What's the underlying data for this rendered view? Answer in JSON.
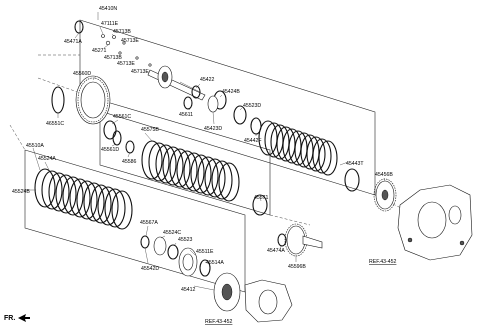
{
  "labels": {
    "p45410N": "45410N",
    "p47111E": "47111E",
    "p45471A": "45471A",
    "p45713B_a": "45713B",
    "p45271": "45271",
    "p45713E_a": "45713E",
    "p45713B_b": "45713B",
    "p45713E_b": "45713E",
    "p45713E_c": "45713E",
    "p45560D": "45560D",
    "p45422": "45422",
    "p45424B": "45424B",
    "p45611": "45611",
    "p45423D": "45423D",
    "p45523D": "45523D",
    "p45442F": "45442F",
    "p46551C": "46551C",
    "p45561C": "45561C",
    "p45575B": "45575B",
    "p45561D": "45561D",
    "p45586": "45586",
    "p45443T": "45443T",
    "p45510A": "45510A",
    "p45524A": "45524A",
    "p45524B": "45524B",
    "p45456B": "45456B",
    "p45571": "45571",
    "p45567A": "45567A",
    "p45524C": "45524C",
    "p45523": "45523",
    "p45511E": "45511E",
    "p45474A": "45474A",
    "p45542D": "45542D",
    "p45514A": "45514A",
    "p45596B": "45596B",
    "p45412": "45412",
    "ref1": "REF.43-452",
    "ref2": "REF.43-452",
    "fr": "FR."
  }
}
